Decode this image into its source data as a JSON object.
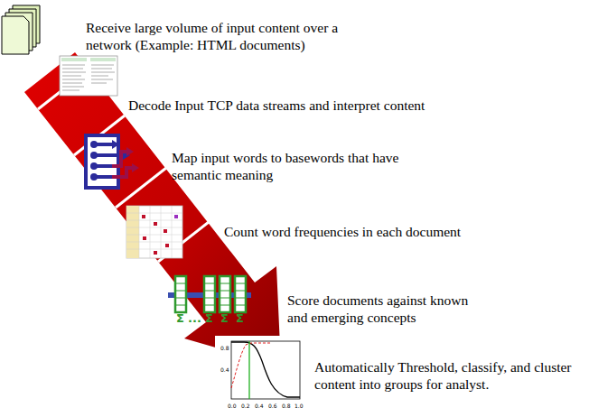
{
  "diagram": {
    "labels": [
      "Receive large volume of input content over a network (Example: HTML documents)",
      "Decode Input TCP data streams and interpret content",
      "Map input words to basewords that have semantic meaning",
      "Count word frequencies in each document",
      "Score documents against known and emerging concepts",
      "Automatically Threshold, classify, and cluster content into groups for analyst.",
      "Σ",
      "...",
      "Σ",
      "Σ",
      "Σ",
      "0.0",
      "0.2",
      "0.4",
      "0.6",
      "0.8",
      "1.0",
      "0.8",
      "0.4"
    ]
  }
}
